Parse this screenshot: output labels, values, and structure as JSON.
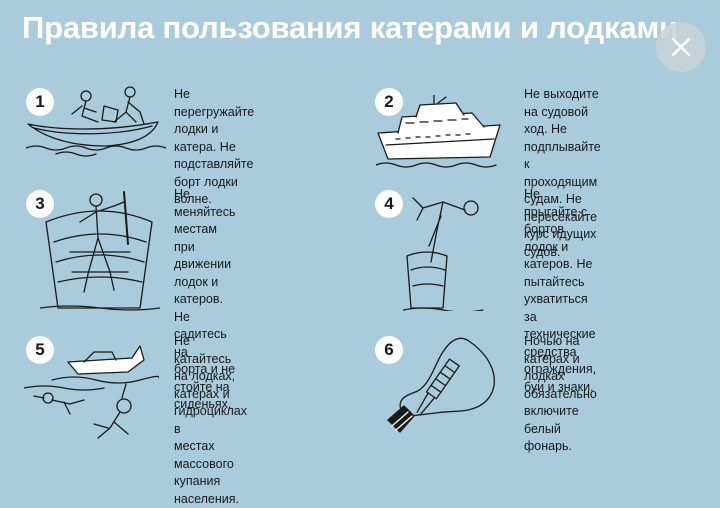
{
  "title": "Правила пользования катерами и лодками",
  "close_icon": "close-icon",
  "colors": {
    "background": "#a9cbdc",
    "title": "#ffffff",
    "badge": "#ffffff"
  },
  "rules": [
    {
      "number": "1",
      "text": "Не перегружайте лодки и\nкатера. Не подставляйте\nборт лодки волне.",
      "icon": "overloaded-boat-illustration"
    },
    {
      "number": "2",
      "text": "Не выходите на судовой\nход. Не подплывайте к\nпроходящим судам. Не\nпересекайте курс идущих\nсудов.",
      "icon": "yacht-illustration"
    },
    {
      "number": "3",
      "text": "Не меняйтесь местам при\nдвижении лодок и\nкатеров. Не садитесь на\nборта и не стойте на\nсиденьях.",
      "icon": "standing-in-boat-illustration"
    },
    {
      "number": "4",
      "text": "Не прыгайте с бортов\nлодок и катеров. Не\nпытайтесь ухватиться за\nтехнические средства\nограждения, буи и знаки.",
      "icon": "diving-from-boat-illustration"
    },
    {
      "number": "5",
      "text": "Не катайтесь на лодках,\nкатерах и гидроциклах в\nместах массового\nкупания населения.",
      "icon": "swimmers-and-boat-illustration"
    },
    {
      "number": "6",
      "text": "Ночью на катерах и\nлодках обязательно\nвключите белый фонарь.",
      "icon": "lamp-bulb-illustration"
    }
  ]
}
